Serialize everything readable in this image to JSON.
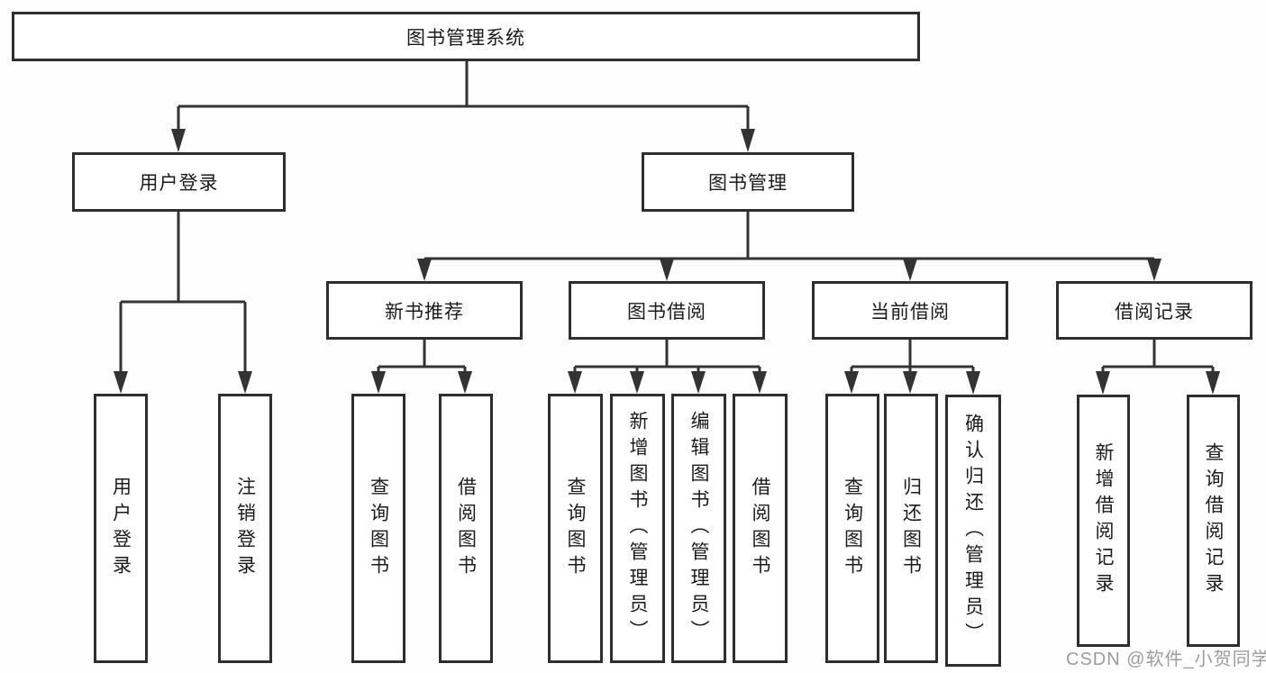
{
  "colors": {
    "line": "#333333",
    "border": "#2e2e2e",
    "text": "#1b1b1b",
    "watermark": "#9c9c9c",
    "bg": "#fefefe"
  },
  "tree": {
    "root": {
      "label": "图书管理系统",
      "children": [
        {
          "label": "用户登录",
          "children": [
            {
              "label": "用户登录"
            },
            {
              "label": "注销登录"
            }
          ]
        },
        {
          "label": "图书管理",
          "children": [
            {
              "label": "新书推荐",
              "children": [
                {
                  "label": "查询图书"
                },
                {
                  "label": "借阅图书"
                }
              ]
            },
            {
              "label": "图书借阅",
              "children": [
                {
                  "label": "查询图书"
                },
                {
                  "label": "新增图书（管理员）"
                },
                {
                  "label": "编辑图书（管理员）"
                },
                {
                  "label": "借阅图书"
                }
              ]
            },
            {
              "label": "当前借阅",
              "children": [
                {
                  "label": "查询图书"
                },
                {
                  "label": "归还图书"
                },
                {
                  "label": "确认归还（管理员）"
                }
              ]
            },
            {
              "label": "借阅记录",
              "children": [
                {
                  "label": "新增借阅记录"
                },
                {
                  "label": "查询借阅记录"
                }
              ]
            }
          ]
        }
      ]
    }
  },
  "watermark": {
    "text": "CSDN @软件_小贺同学"
  }
}
